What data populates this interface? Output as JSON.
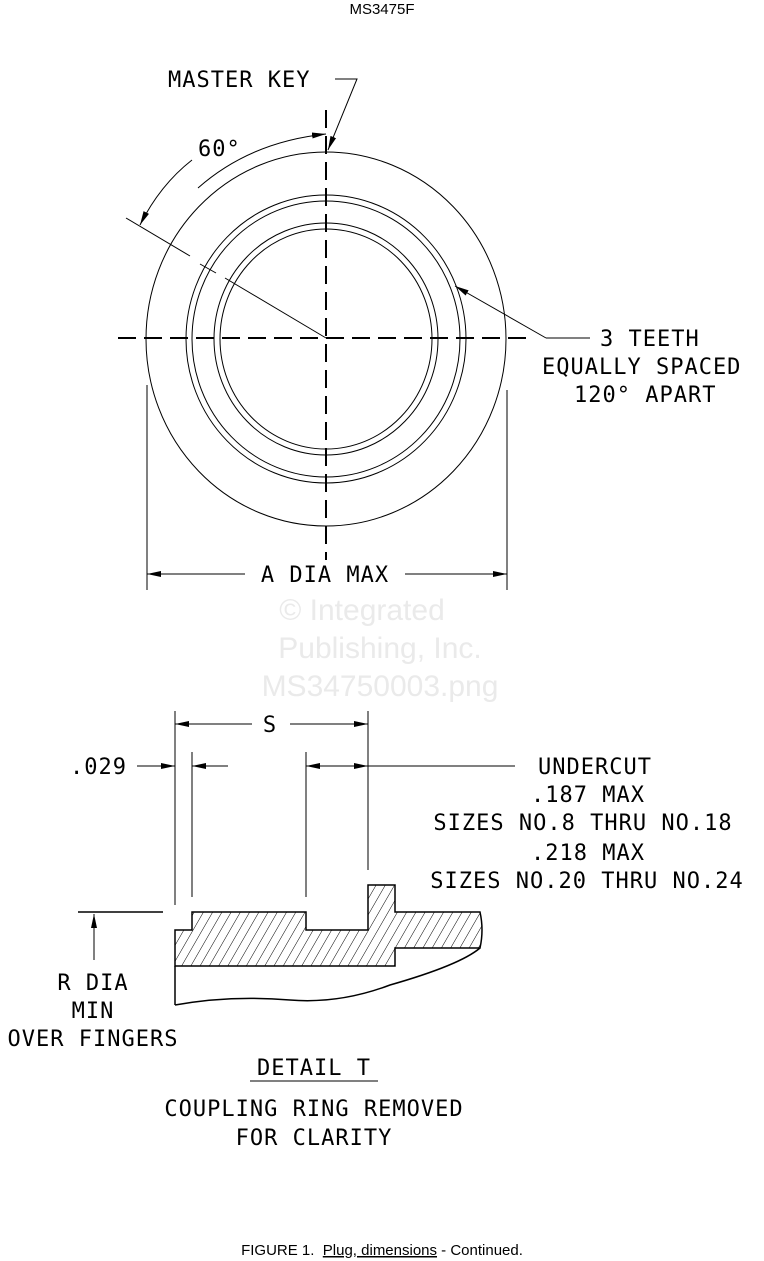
{
  "header": "MS3475F",
  "top_view": {
    "master_key": "MASTER KEY",
    "angle": "60°",
    "teeth_1": "3 TEETH",
    "teeth_2": "EQUALLY SPACED",
    "teeth_3": "120° APART",
    "a_dia": "A DIA MAX"
  },
  "watermark": [
    "© Integrated",
    "Publishing, Inc.",
    "MS34750003.png"
  ],
  "detail": {
    "s": "S",
    "dim_029": ".029",
    "undercut": "UNDERCUT",
    "max_187": ".187 MAX",
    "sizes_1": "SIZES NO.8 THRU NO.18",
    "max_218": ".218 MAX",
    "sizes_2": "SIZES NO.20 THRU NO.24",
    "r_dia_1": "R DIA",
    "r_dia_2": "MIN",
    "r_dia_3": "OVER FINGERS",
    "title": "DETAIL T",
    "note_1": "COUPLING RING REMOVED",
    "note_2": "FOR CLARITY"
  },
  "caption": {
    "prefix": "FIGURE 1.  ",
    "underlined": "Plug, dimensions",
    "suffix": " - Continued."
  }
}
